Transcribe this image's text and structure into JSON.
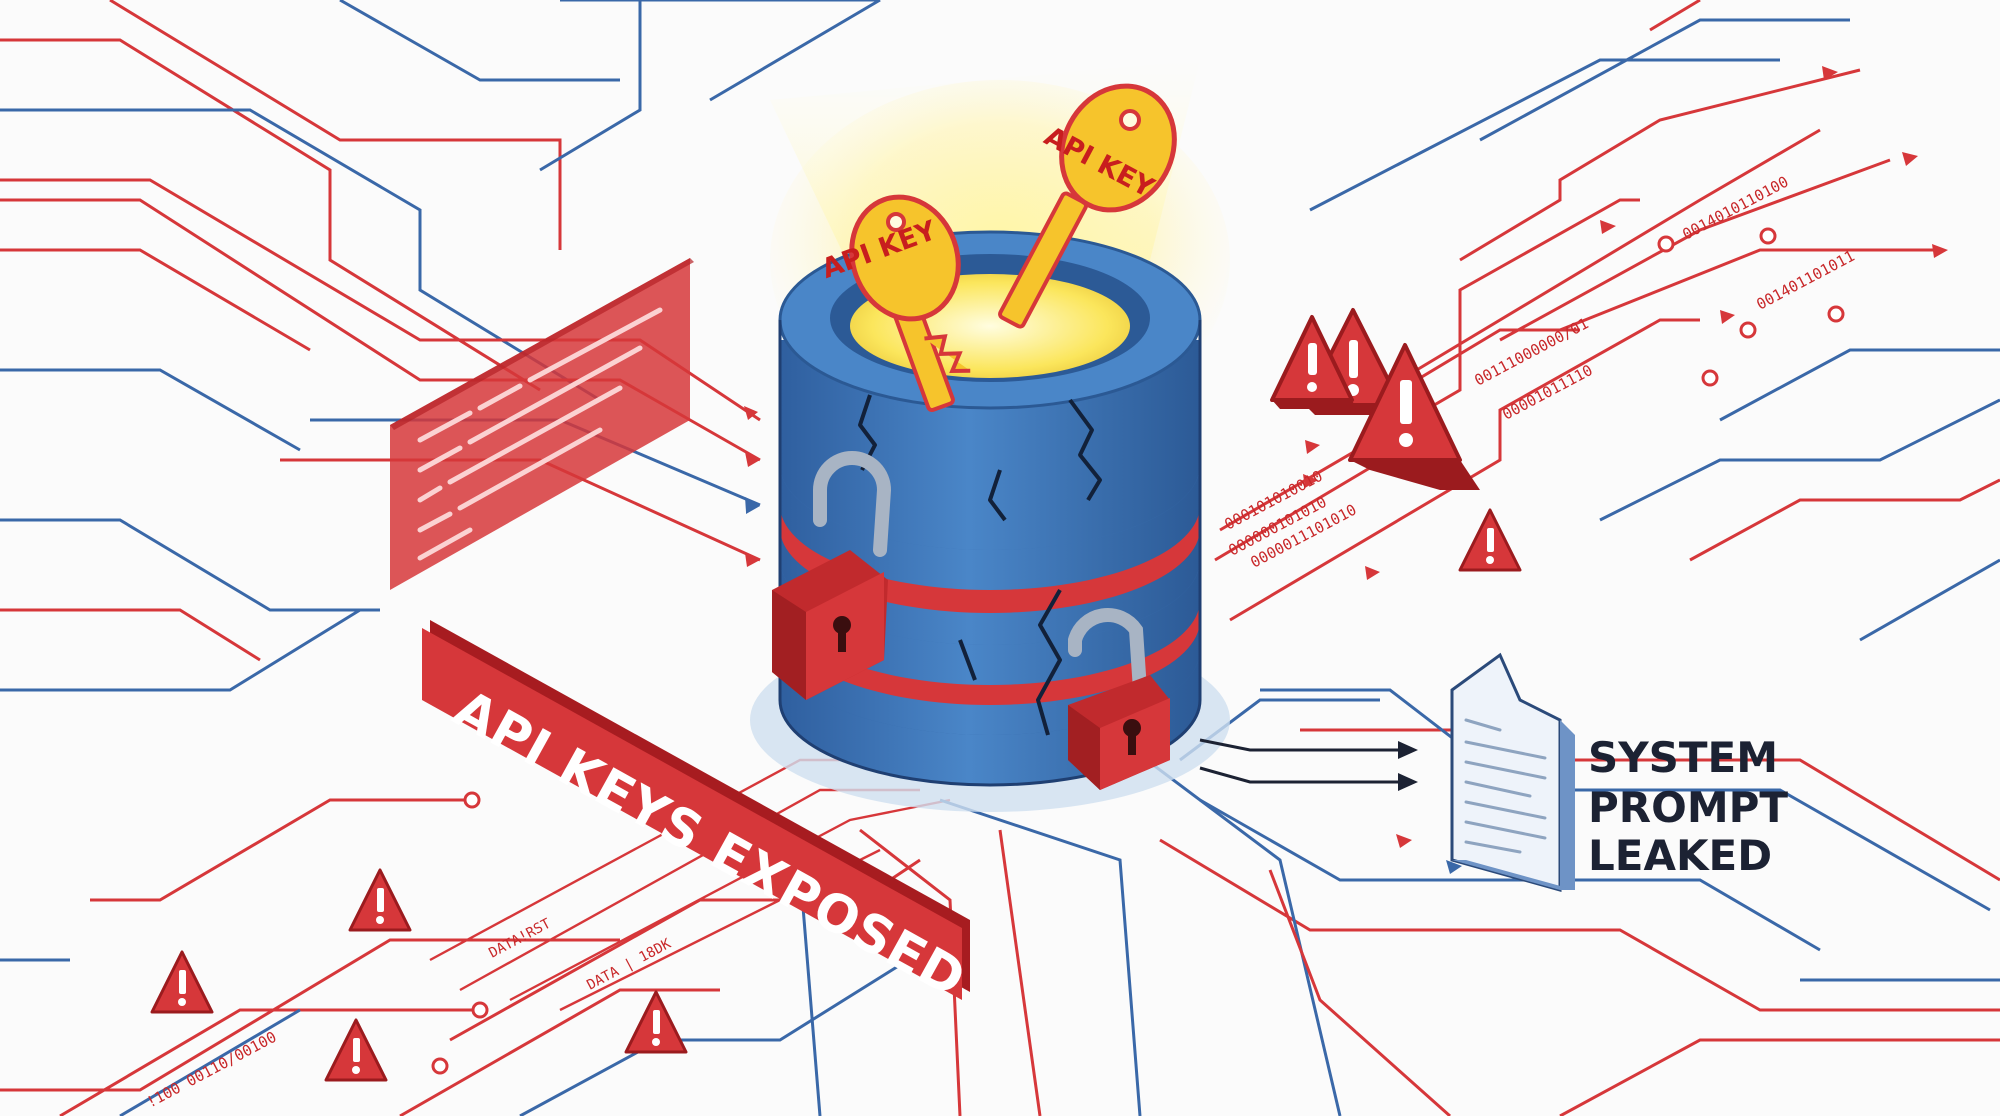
{
  "banner": {
    "label": "API KEYS EXPOSED"
  },
  "keys": [
    {
      "label": "API KEY"
    },
    {
      "label": "API KEY"
    }
  ],
  "leak": {
    "lines": [
      "SYSTEM",
      "PROMPT",
      "LEAKED"
    ]
  },
  "binary_streams": [
    "0014010110100",
    "001401101011",
    "00111000000/01",
    "00001011110",
    "000101010010",
    "000000101010",
    "0000011101010"
  ],
  "data_tags": [
    "DATA!RST",
    "DATA | 18DK"
  ],
  "bottom_bits": "!100 00110/00100",
  "colors": {
    "alert_red": "#d6373a",
    "db_blue": "#3f7cc2",
    "key_gold": "#f6c42c",
    "trace_blue": "#3a68a8"
  }
}
